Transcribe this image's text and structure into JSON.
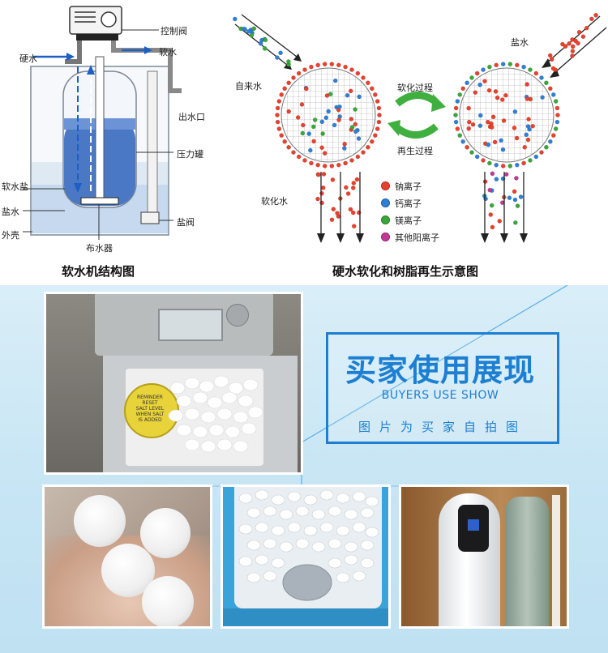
{
  "structure": {
    "caption": "软水机结构图",
    "labels": {
      "control_valve": "控制阀",
      "hard_water": "硬水",
      "soft_water": "软水",
      "outlet": "出水口",
      "pressure_tank": "压力罐",
      "salt": "软水盐",
      "brine": "盐水",
      "brine_valve": "盐阀",
      "shell": "外壳",
      "distributor": "布水器"
    }
  },
  "process": {
    "caption": "硬水软化和树脂再生示意图",
    "labels": {
      "tap_water": "自来水",
      "brine_in": "盐水",
      "softening": "软化过程",
      "regeneration": "再生过程",
      "soft_water_out": "软化水"
    },
    "legend": [
      {
        "label": "钠离子",
        "color": "#e8412d"
      },
      {
        "label": "钙离子",
        "color": "#2e7fd6"
      },
      {
        "label": "镁离子",
        "color": "#3aa63a"
      },
      {
        "label": "其他阳离子",
        "color": "#c0399a"
      }
    ]
  },
  "buyers": {
    "title": "买家使用展现",
    "subtitle": "BUYERS USE SHOW",
    "note": "图片为买家自拍图",
    "accent": "#1d7fd1",
    "reminder": {
      "title": "REMINDER",
      "lines": [
        "RESET",
        "SALT LEVEL",
        "WHEN SALT",
        "IS ADDED"
      ]
    }
  }
}
